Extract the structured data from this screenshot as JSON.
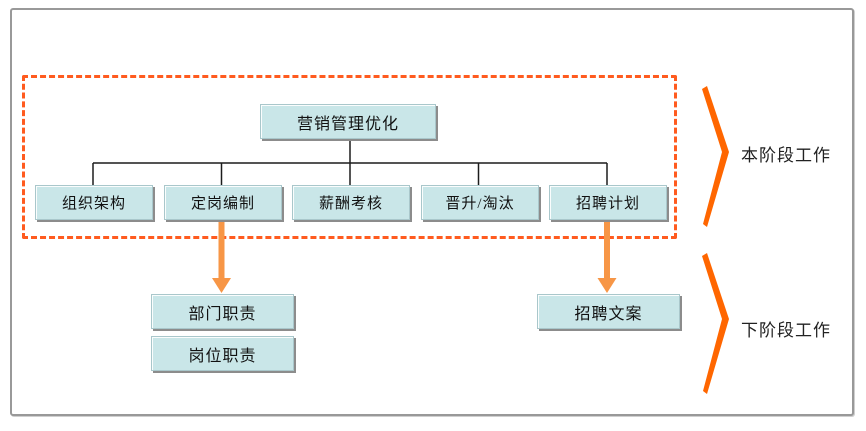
{
  "diagram": {
    "root": {
      "label": "营销管理优化"
    },
    "children": [
      {
        "label": "组织架构"
      },
      {
        "label": "定岗编制"
      },
      {
        "label": "薪酬考核"
      },
      {
        "label": "晋升/淘汰"
      },
      {
        "label": "招聘计划"
      }
    ],
    "next_stage_left": [
      {
        "label": "部门职责"
      },
      {
        "label": "岗位职责"
      }
    ],
    "next_stage_right": [
      {
        "label": "招聘文案"
      }
    ],
    "stage_labels": {
      "current": "本阶段工作",
      "next": "下阶段工作"
    },
    "colors": {
      "box_fill": "#c9e6e8",
      "box_border": "#a9c7cb",
      "box_shadow": "#8c8c8c",
      "dashed": "#ff5b1f",
      "arrow": "#f79646",
      "chevron": "#ff6600",
      "connector": "#1c1c1c",
      "frame_border": "#999999"
    }
  }
}
